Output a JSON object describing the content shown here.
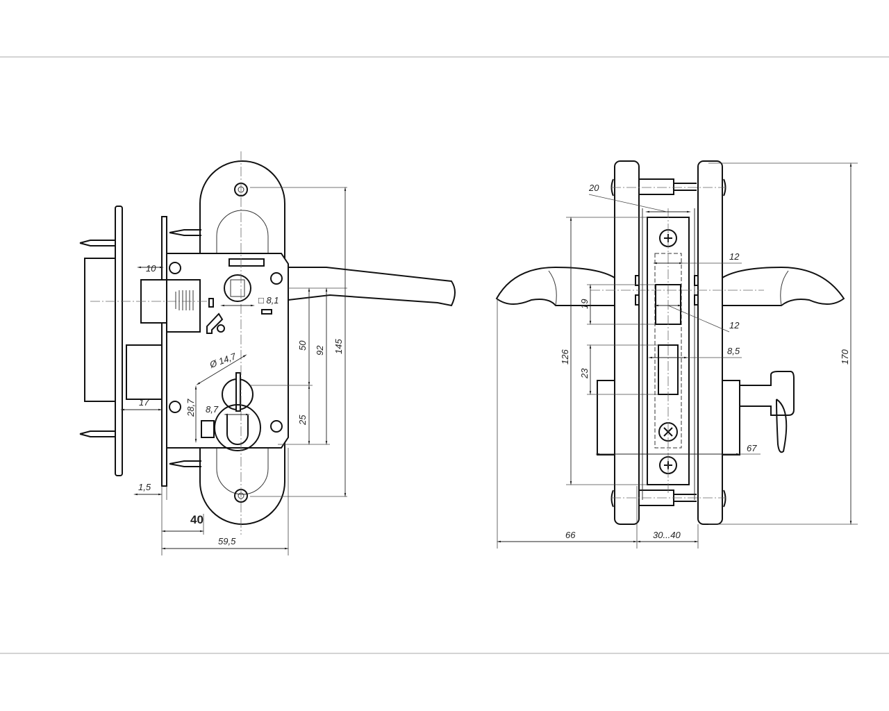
{
  "left_view": {
    "dims": {
      "d10": "10",
      "d8_1": "□ 8,1",
      "d50": "50",
      "d92": "92",
      "d145": "145",
      "d14_7": "Ø 14,7",
      "d28_7": "28,7",
      "d8_7": "8,7",
      "d25": "25",
      "d17": "17",
      "d1_5": "1,5",
      "d40": "40",
      "d59_5": "59,5"
    }
  },
  "right_view": {
    "dims": {
      "d20": "20",
      "d12a": "12",
      "d19": "19",
      "d12b": "12",
      "d126": "126",
      "d23": "23",
      "d8_5": "8,5",
      "d67": "67",
      "d170": "170",
      "d66": "66",
      "d30_40": "30...40"
    }
  }
}
